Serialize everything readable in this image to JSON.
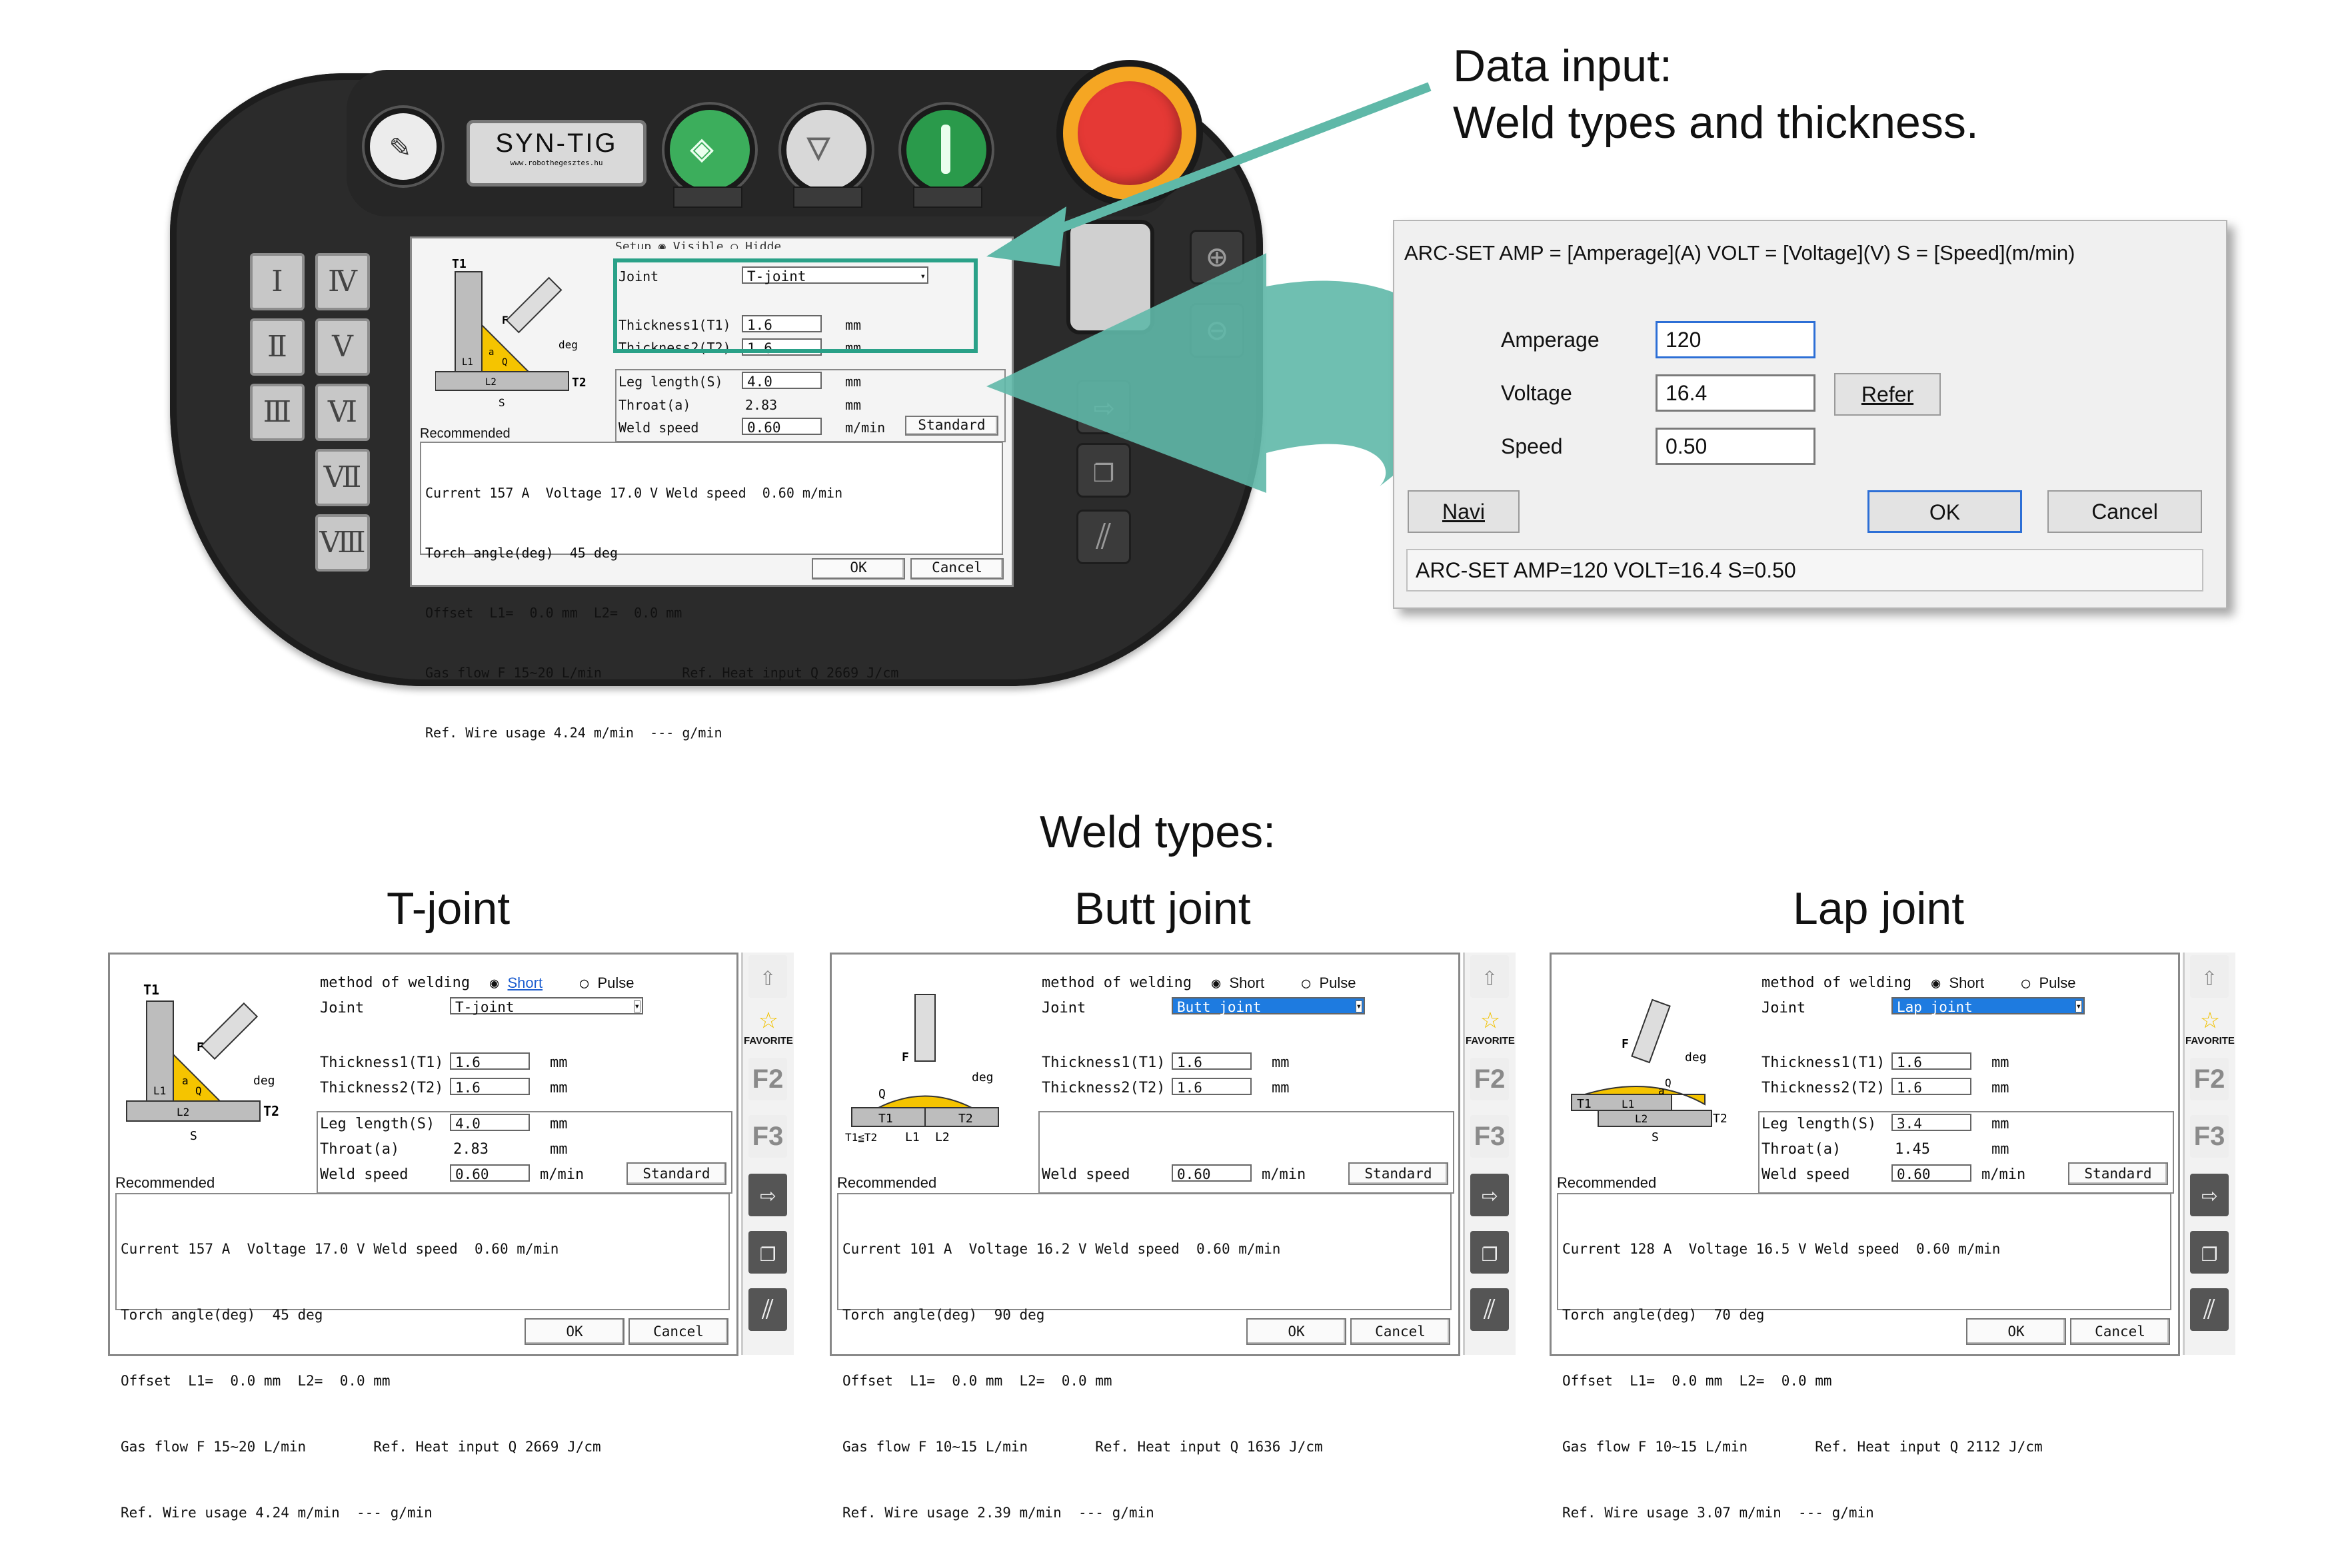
{
  "annotation": {
    "line1": "Data input:",
    "line2": "Weld types and thickness."
  },
  "colors": {
    "teal": "#5fb8a8",
    "green": "#2a8a47",
    "red": "#e53935",
    "orange": "#f5a623",
    "select_blue": "#1e7be0"
  },
  "pendant": {
    "badge_title": "SYN-TIG",
    "badge_sub": "www.robothegesztes.hu",
    "keypad": [
      "Ⅰ",
      "Ⅳ",
      "Ⅱ",
      "Ⅴ",
      "Ⅲ",
      "Ⅵ",
      "Ⅶ",
      "Ⅷ"
    ],
    "buttons": [
      "key-icon",
      "start-icon",
      "stop-icon",
      "power-icon",
      "emergency-stop-icon"
    ],
    "right_keys": [
      "plus-icon",
      "minus-icon",
      "arrow-right-icon",
      "copy-icon",
      "hatch-icon"
    ],
    "screen": {
      "top_partial": "Setup  ◉ Visible ○ Hidde",
      "joint_label": "Joint",
      "joint_value": "T-joint",
      "thick1_label": "Thickness1(T1)",
      "thick1_value": "1.6",
      "thick2_label": "Thickness2(T2)",
      "thick2_value": "1.6",
      "unit_mm": "mm",
      "leg_label": "Leg length(S)",
      "leg_value": "4.0",
      "throat_label": "Throat(a)",
      "throat_value": "2.83",
      "speed_label": "Weld speed",
      "speed_value": "0.60",
      "speed_unit": "m/min",
      "standard": "Standard",
      "recommended": "Recommended",
      "result": [
        "Current 157 A  Voltage 17.0 V Weld speed  0.60 m/min",
        "Torch angle(deg)  45 deg",
        "Offset  L1=  0.0 mm  L2=  0.0 mm",
        "Gas flow F 15~20 L/min          Ref. Heat input Q 2669 J/cm",
        "Ref. Wire usage 4.24 m/min  --- g/min"
      ],
      "ok": "OK",
      "cancel": "Cancel",
      "diagram": {
        "t1": "T1",
        "t2": "T2",
        "f": "F",
        "deg": "deg",
        "s": "S",
        "l1": "L1",
        "l2": "L2",
        "a": "a",
        "q": "Q"
      }
    }
  },
  "dialog": {
    "header": "ARC-SET AMP = [Amperage](A) VOLT = [Voltage](V) S = [Speed](m/min)",
    "amperage_label": "Amperage",
    "amperage_value": "120",
    "voltage_label": "Voltage",
    "voltage_value": "16.4",
    "speed_label": "Speed",
    "speed_value": "0.50",
    "refer": "Refer",
    "navi": "Navi",
    "ok": "OK",
    "cancel": "Cancel",
    "status": "ARC-SET AMP=120 VOLT=16.4 S=0.50"
  },
  "weld_types_title": "Weld types:",
  "panels": [
    {
      "title": "T-joint",
      "method_label": "method of welding",
      "method_short": "Short",
      "method_pulse": "Pulse",
      "joint_label": "Joint",
      "joint_value": "T-joint",
      "thick1_label": "Thickness1(T1)",
      "thick1_value": "1.6",
      "thick2_label": "Thickness2(T2)",
      "thick2_value": "1.6",
      "unit_mm": "mm",
      "leg_label": "Leg length(S)",
      "leg_value": "4.0",
      "throat_label": "Throat(a)",
      "throat_value": "2.83",
      "speed_label": "Weld speed",
      "speed_value": "0.60",
      "speed_unit": "m/min",
      "standard": "Standard",
      "recommended": "Recommended",
      "result": [
        "Current 157 A  Voltage 17.0 V Weld speed  0.60 m/min",
        "Torch angle(deg)  45 deg",
        "Offset  L1=  0.0 mm  L2=  0.0 mm",
        "Gas flow F 15~20 L/min        Ref. Heat input Q 2669 J/cm",
        "Ref. Wire usage 4.24 m/min  --- g/min"
      ],
      "ok": "OK",
      "cancel": "Cancel",
      "favorite": "FAVORITE",
      "f2": "F2",
      "f3": "F3",
      "diagram": {
        "t1": "T1",
        "t2": "T2",
        "f": "F",
        "deg": "deg",
        "s": "S",
        "l1": "L1",
        "l2": "L2",
        "a": "a",
        "q": "Q"
      }
    },
    {
      "title": "Butt joint",
      "method_label": "method of welding",
      "method_short": "Short",
      "method_pulse": "Pulse",
      "joint_label": "Joint",
      "joint_value": "Butt joint",
      "thick1_label": "Thickness1(T1)",
      "thick1_value": "1.6",
      "thick2_label": "Thickness2(T2)",
      "thick2_value": "1.6",
      "unit_mm": "mm",
      "speed_label": "Weld speed",
      "speed_value": "0.60",
      "speed_unit": "m/min",
      "standard": "Standard",
      "recommended": "Recommended",
      "result": [
        "Current 101 A  Voltage 16.2 V Weld speed  0.60 m/min",
        "Torch angle(deg)  90 deg",
        "Offset  L1=  0.0 mm  L2=  0.0 mm",
        "Gas flow F 10~15 L/min        Ref. Heat input Q 1636 J/cm",
        "Ref. Wire usage 2.39 m/min  --- g/min"
      ],
      "ok": "OK",
      "cancel": "Cancel",
      "favorite": "FAVORITE",
      "f2": "F2",
      "f3": "F3",
      "diagram": {
        "t1": "T1",
        "t2": "T2",
        "f": "F",
        "deg": "deg",
        "q": "Q",
        "l1": "L1",
        "l2": "L2",
        "cond": "T1≦T2"
      }
    },
    {
      "title": "Lap joint",
      "method_label": "method of welding",
      "method_short": "Short",
      "method_pulse": "Pulse",
      "joint_label": "Joint",
      "joint_value": "Lap joint",
      "thick1_label": "Thickness1(T1)",
      "thick1_value": "1.6",
      "thick2_label": "Thickness2(T2)",
      "thick2_value": "1.6",
      "unit_mm": "mm",
      "leg_label": "Leg length(S)",
      "leg_value": "3.4",
      "throat_label": "Throat(a)",
      "throat_value": "1.45",
      "speed_label": "Weld speed",
      "speed_value": "0.60",
      "speed_unit": "m/min",
      "standard": "Standard",
      "recommended": "Recommended",
      "result": [
        "Current 128 A  Voltage 16.5 V Weld speed  0.60 m/min",
        "Torch angle(deg)  70 deg",
        "Offset  L1=  0.0 mm  L2=  0.0 mm",
        "Gas flow F 10~15 L/min        Ref. Heat input Q 2112 J/cm",
        "Ref. Wire usage 3.07 m/min  --- g/min"
      ],
      "ok": "OK",
      "cancel": "Cancel",
      "favorite": "FAVORITE",
      "f2": "F2",
      "f3": "F3",
      "diagram": {
        "t1": "T1",
        "t2": "T2",
        "f": "F",
        "deg": "deg",
        "s": "S",
        "l1": "L1",
        "l2": "L2",
        "a": "a",
        "q": "Q"
      }
    }
  ]
}
